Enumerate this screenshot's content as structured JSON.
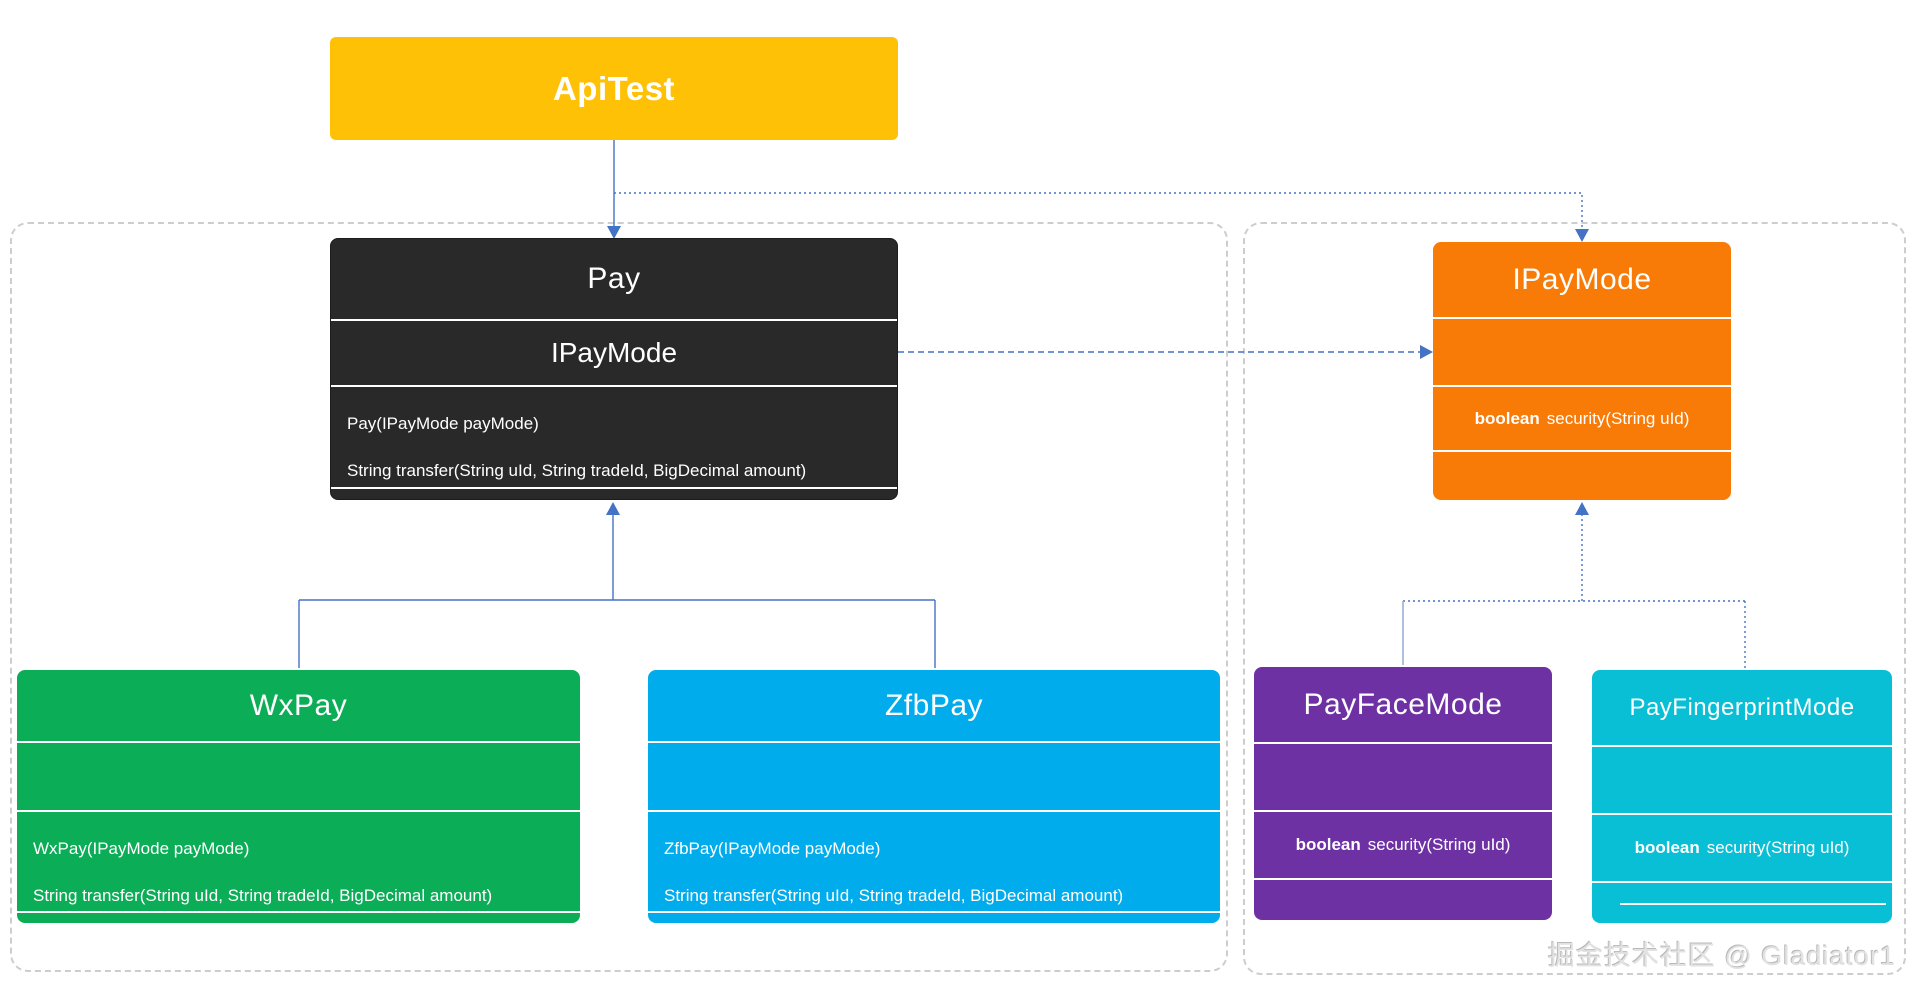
{
  "classes": {
    "apitest": {
      "title": "ApiTest"
    },
    "pay": {
      "title": "Pay",
      "interface": "IPayMode",
      "methods": [
        "Pay(IPayMode payMode)",
        "String transfer(String uId, String tradeId, BigDecimal amount)"
      ]
    },
    "ipaymode": {
      "title": "IPayMode",
      "method": {
        "keyword": "boolean",
        "rest": "security(String uId)"
      }
    },
    "wxpay": {
      "title": "WxPay",
      "methods": [
        "WxPay(IPayMode payMode)",
        "String transfer(String uId, String tradeId, BigDecimal amount)"
      ]
    },
    "zfbpay": {
      "title": "ZfbPay",
      "methods": [
        "ZfbPay(IPayMode payMode)",
        "String transfer(String uId, String tradeId, BigDecimal amount)"
      ]
    },
    "payfacemode": {
      "title": "PayFaceMode",
      "method": {
        "keyword": "boolean",
        "rest": "security(String uId)"
      }
    },
    "payfingerprintmode": {
      "title": "PayFingerprintMode",
      "method": {
        "keyword": "boolean",
        "rest": "security(String uId)"
      }
    }
  },
  "watermark": "掘金技术社区 @ Gladiator1",
  "colors": {
    "box-yellow": "#FEC106",
    "box-dark": "#292929",
    "box-orange": "#F87B07",
    "box-green": "#0CAD57",
    "box-blue": "#00ACEC",
    "box-purple": "#6D31A4",
    "box-cyan": "#08BFD6",
    "connector": "#4472C4",
    "container-border": "#CDCDCD",
    "watermark": "#E2E2E2"
  }
}
